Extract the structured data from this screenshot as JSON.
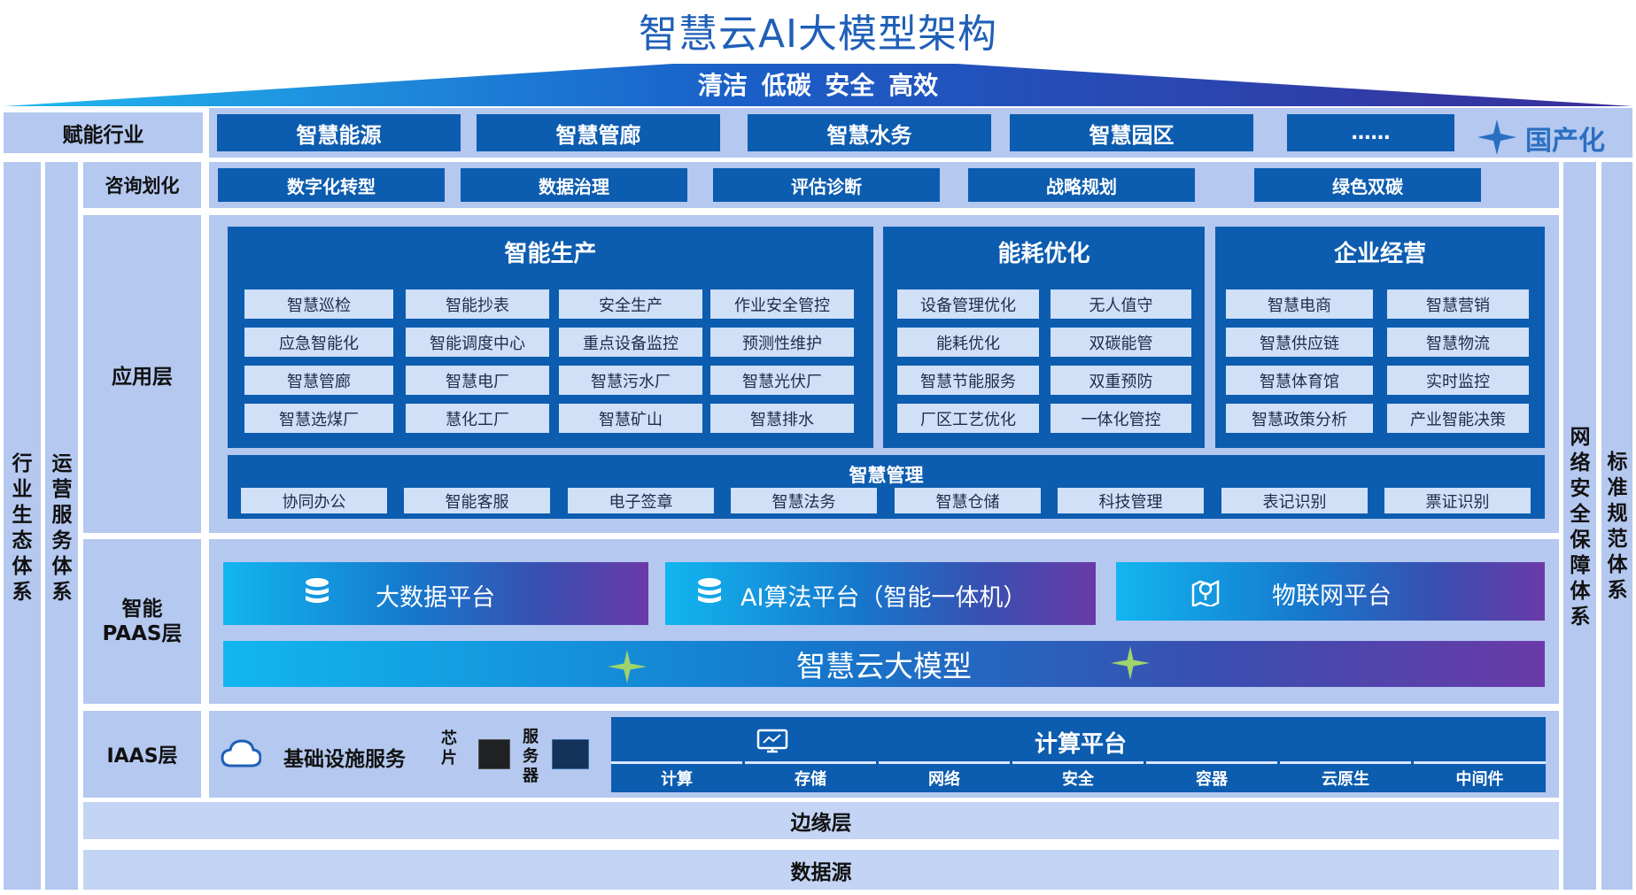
{
  "title": "智慧云AI大模型架构",
  "roof_slogan": "清洁 低碳 安全 高效",
  "guochanhua": "国产化",
  "left_columns": [
    "行业生态体系",
    "运营服务体系"
  ],
  "right_columns": [
    "网络安全保障体系",
    "标准规范体系"
  ],
  "rows": {
    "empower": {
      "label": "赋能行业",
      "items": [
        "智慧能源",
        "智慧管廊",
        "智慧水务",
        "智慧园区",
        "……"
      ]
    },
    "consult": {
      "label": "咨询划化",
      "items": [
        "数字化转型",
        "数据治理",
        "评估诊断",
        "战略规划",
        "绿色双碳"
      ]
    },
    "app": {
      "label": "应用层",
      "groups": [
        {
          "title": "智能生产",
          "items": [
            "智慧巡检",
            "智能抄表",
            "安全生产",
            "作业安全管控",
            "应急智能化",
            "智能调度中心",
            "重点设备监控",
            "预测性维护",
            "智慧管廊",
            "智慧电厂",
            "智慧污水厂",
            "智慧光伏厂",
            "智慧选煤厂",
            "慧化工厂",
            "智慧矿山",
            "智慧排水"
          ]
        },
        {
          "title": "能耗优化",
          "items": [
            "设备管理优化",
            "无人值守",
            "能耗优化",
            "双碳能管",
            "智慧节能服务",
            "双重预防",
            "厂区工艺优化",
            "一体化管控"
          ]
        },
        {
          "title": "企业经营",
          "items": [
            "智慧电商",
            "智慧营销",
            "智慧供应链",
            "智慧物流",
            "智慧体育馆",
            "实时监控",
            "智慧政策分析",
            "产业智能决策"
          ]
        }
      ],
      "management": {
        "title": "智慧管理",
        "items": [
          "协同办公",
          "智能客服",
          "电子签章",
          "智慧法务",
          "智慧仓储",
          "科技管理",
          "表记识别",
          "票证识别"
        ]
      }
    },
    "paas": {
      "label": "智能\nPAAS层",
      "platforms": [
        "大数据平台",
        "AI算法平台（智能一体机）",
        "物联网平台"
      ],
      "model": "智慧云大模型"
    },
    "iaas": {
      "label": "IAAS层",
      "infra": "基础设施服务",
      "chip": "芯片",
      "server": "服务器",
      "compute_title": "计算平台",
      "components": [
        "计算",
        "存储",
        "网络",
        "安全",
        "容器",
        "云原生",
        "中间件"
      ]
    },
    "edge": "边缘层",
    "datasource": "数据源"
  }
}
